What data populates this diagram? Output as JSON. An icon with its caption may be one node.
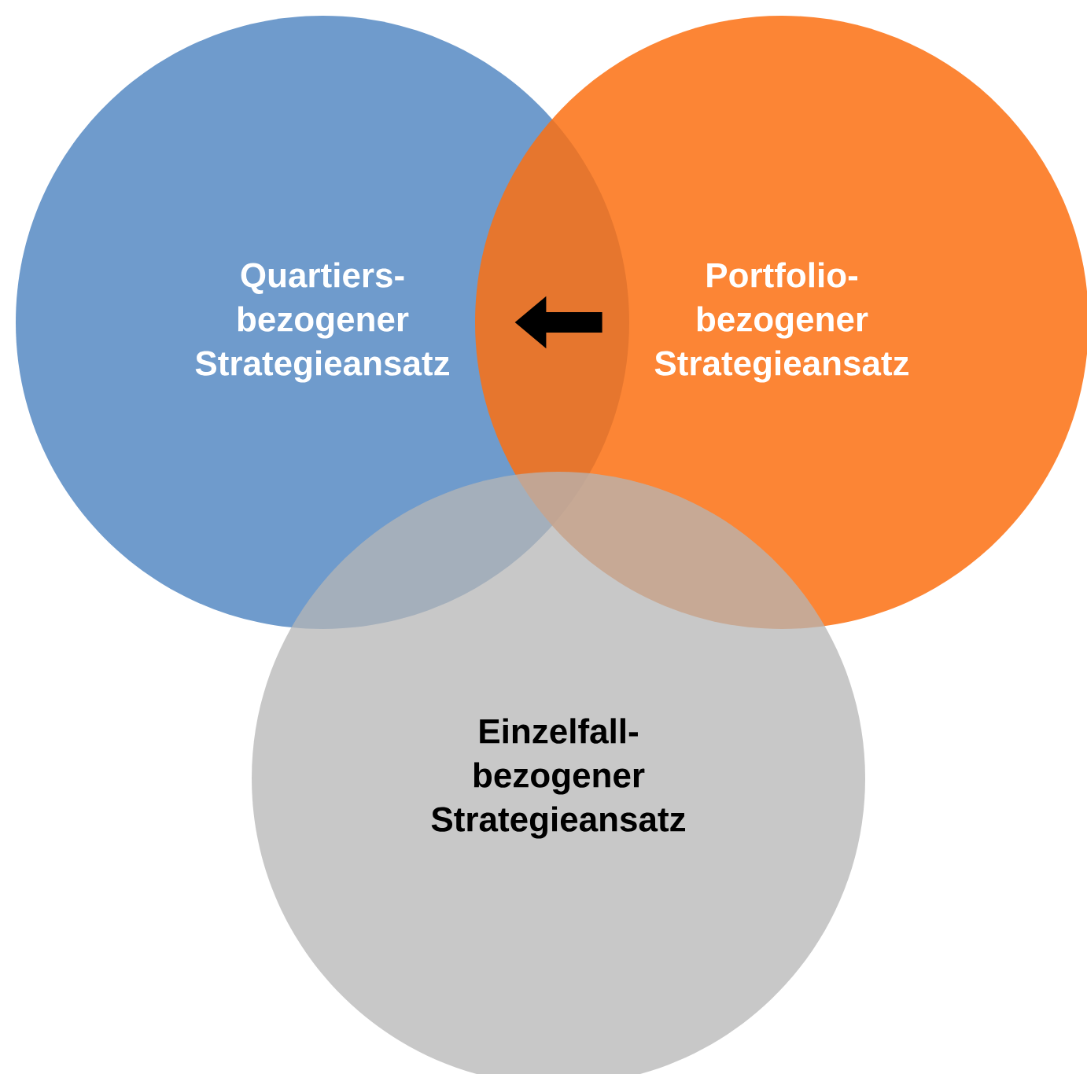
{
  "diagram": {
    "nodes": [
      {
        "text": [
          "Quartiers- bezogener Strategieansatz"
        ]
      },
      {
        "text": [
          "Portfolio- bezogener Strategieansatz"
        ]
      },
      {
        "text": [
          "Einzelfall- bezogener Strategieansatz"
        ]
      }
    ],
    "edges": [
      {
        "from": 1,
        "to": 0,
        "arrow": "to"
      }
    ]
  }
}
